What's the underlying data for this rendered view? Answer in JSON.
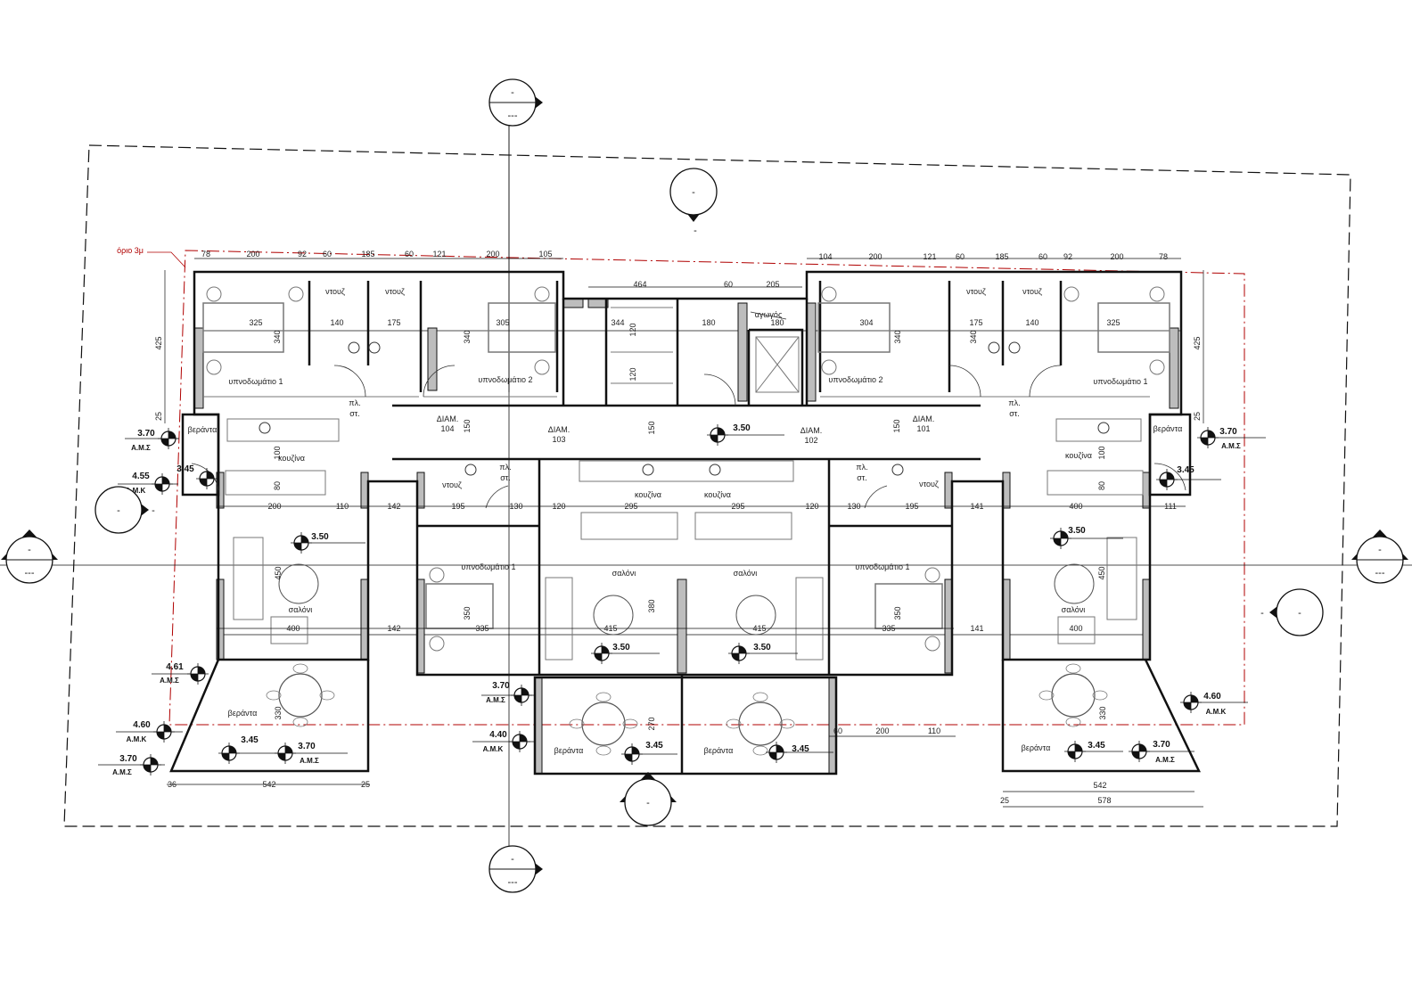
{
  "boundary_label": "όριο 3μ",
  "colors": {
    "boundary_red": "#b00000",
    "wall": "#111111",
    "hatch": "#bdbdbd",
    "furniture": "#777777"
  },
  "section_markers": [
    {
      "top": "-",
      "bottom": "---"
    },
    {
      "top": "-",
      "bottom": "---"
    },
    {
      "top": "-",
      "bottom": "---"
    },
    {
      "top": "-",
      "bottom": "---"
    },
    {
      "center": "-",
      "outside": "-"
    },
    {
      "center": "-",
      "outside": "-"
    },
    {
      "center": "-",
      "outside": "-"
    },
    {
      "center": "-"
    }
  ],
  "rooms": [
    "υπνοδωμάτιο 1",
    "υπνοδωμάτιο 2",
    "ντουζ",
    "ντουζ",
    "πλ.",
    "στ.",
    "ΔΙΑΜ.",
    "104",
    "ΔΙΑΜ.",
    "103",
    "ΔΙΑΜ.",
    "102",
    "ΔΙΑΜ.",
    "101",
    "βεράντα",
    "κουζίνα",
    "σαλόνι",
    "βεράντα",
    "ντουζ",
    "πλ.",
    "στ.",
    "υπνοδωμάτιο 1",
    "κουζίνα",
    "σαλόνι",
    "βεράντα",
    "κουζίνα",
    "σαλόνι",
    "βεράντα",
    "πλ.",
    "στ.",
    "ντουζ",
    "υπνοδωμάτιο 1",
    "υπνοδωμάτιο 2",
    "ντουζ",
    "ντουζ",
    "πλ.",
    "στ.",
    "υπνοδωμάτιο 1",
    "βεράντα",
    "κουζίνα",
    "σαλόνι",
    "βεράντα",
    "αγωγός"
  ],
  "elevations": [
    {
      "value": "3.70",
      "code": "Α.Μ.Σ"
    },
    {
      "value": "4.55",
      "code": "Α.Μ.Κ"
    },
    {
      "value": "3.45",
      "code": ""
    },
    {
      "value": "3.50",
      "code": ""
    },
    {
      "value": "4.61",
      "code": "Α.Μ.Σ"
    },
    {
      "value": "4.60",
      "code": "Α.Μ.Κ"
    },
    {
      "value": "3.70",
      "code": "Α.Μ.Σ"
    },
    {
      "value": "3.45",
      "code": ""
    },
    {
      "value": "3.70",
      "code": "Α.Μ.Σ"
    },
    {
      "value": "3.50",
      "code": ""
    },
    {
      "value": "3.50",
      "code": ""
    },
    {
      "value": "3.50",
      "code": ""
    },
    {
      "value": "3.70",
      "code": "Α.Μ.Σ"
    },
    {
      "value": "4.40",
      "code": "Α.Μ.Κ"
    },
    {
      "value": "3.45",
      "code": ""
    },
    {
      "value": "3.45",
      "code": ""
    },
    {
      "value": "3.70",
      "code": "Α.Μ.Σ"
    },
    {
      "value": "3.45",
      "code": ""
    },
    {
      "value": "3.50",
      "code": ""
    },
    {
      "value": "4.60",
      "code": "Α.Μ.Κ"
    },
    {
      "value": "3.45",
      "code": ""
    },
    {
      "value": "3.70",
      "code": "Α.Μ.Σ"
    }
  ],
  "dimensions": {
    "top_left": [
      "78",
      "200",
      "92",
      "60",
      "185",
      "60",
      "121",
      "200",
      "105"
    ],
    "top_right": [
      "104",
      "200",
      "121",
      "60",
      "185",
      "60",
      "92",
      "200",
      "78"
    ],
    "stair": [
      "464",
      "60",
      "205"
    ],
    "row_362": [
      "325",
      "140",
      "175",
      "305",
      "344",
      "180",
      "180",
      "304",
      "175",
      "140",
      "325"
    ],
    "row_568": [
      "200",
      "110",
      "142",
      "195",
      "130",
      "120",
      "295",
      "295",
      "120",
      "130",
      "195",
      "141",
      "400",
      "111"
    ],
    "row_705": [
      "400",
      "142",
      "335",
      "415",
      "415",
      "335",
      "141",
      "400"
    ],
    "bottom_left": [
      "36",
      "542",
      "25"
    ],
    "bottom_right": [
      "542",
      "25",
      "578"
    ],
    "mid_right": [
      "60",
      "200",
      "110"
    ],
    "vertical": [
      "425",
      "25",
      "425",
      "25",
      "340",
      "340",
      "340",
      "340",
      "450",
      "350",
      "380",
      "350",
      "450",
      "330",
      "270",
      "330",
      "150",
      "150",
      "150",
      "100",
      "80",
      "100",
      "80",
      "120",
      "120"
    ]
  }
}
